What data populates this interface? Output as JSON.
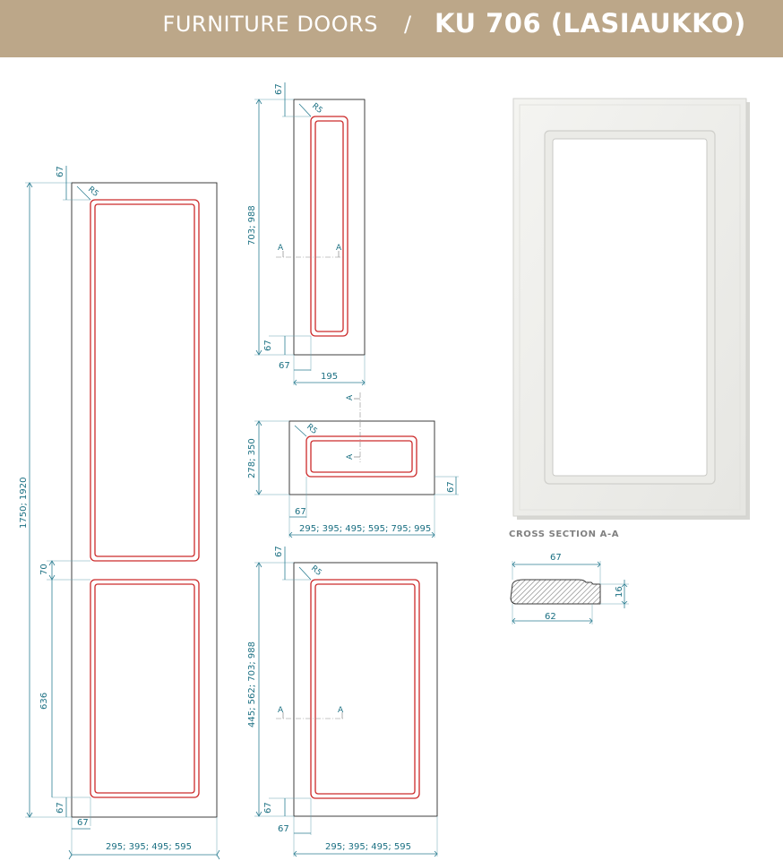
{
  "header": {
    "category": "FURNITURE DOORS",
    "separator": "/",
    "model": "KU 706 (LASIAUKKO)"
  },
  "colors": {
    "header_bg": "#bca789",
    "dimension": "#1a6f82",
    "panel_line": "#cc2a2a",
    "outline": "#2b2b2b"
  },
  "tall_door": {
    "top_rail": "67",
    "radius": "R5",
    "height": "1750; 1920",
    "mid_rail": "70",
    "lower_panel": "636",
    "bottom_rail": "67",
    "stile": "67",
    "width": "295; 395; 495; 595"
  },
  "narrow_door": {
    "top_rail": "67",
    "radius": "R5",
    "height": "703; 988",
    "bottom_rail": "67",
    "stile": "67",
    "width": "195",
    "section_mark": "A"
  },
  "wide_door": {
    "radius": "R5",
    "height": "278; 350",
    "rail": "67",
    "stile": "67",
    "width": "295; 395; 495; 595; 795; 995",
    "section_mark": "A"
  },
  "medium_door": {
    "top_rail": "67",
    "radius": "R5",
    "height": "445; 562; 703; 988",
    "bottom_rail": "67",
    "stile": "67",
    "width": "295; 395; 495; 595",
    "section_mark": "A"
  },
  "cross_section": {
    "title": "CROSS SECTION  A-A",
    "top_width": "67",
    "thickness": "16",
    "bottom_width": "62"
  }
}
